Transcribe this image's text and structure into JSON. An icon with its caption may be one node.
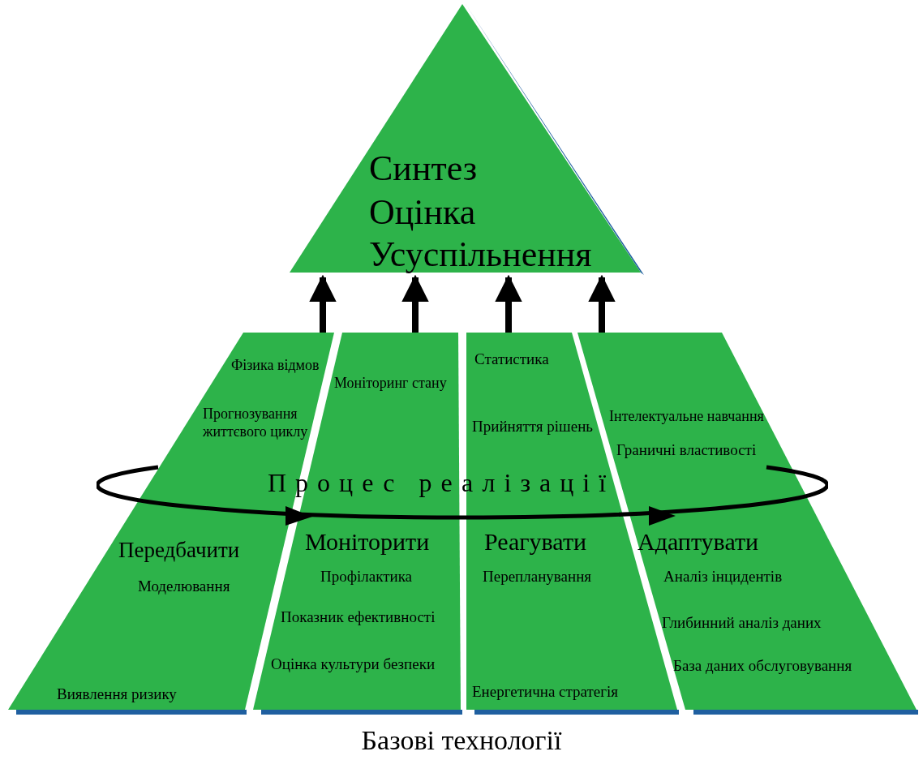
{
  "diagram": {
    "caption": "Базові технології",
    "nodes": [
      {
        "text": [
          "Синтез",
          "Оцінка",
          "Усуспільнення"
        ]
      },
      {
        "text": [
          "Фізика відмов",
          "Прогнозування життєвого циклу",
          "Передбачити",
          "Моделювання",
          "Виявлення ризику"
        ]
      },
      {
        "text": [
          "Моніторинг стану",
          "Моніторити",
          "Профілактика",
          "Показник ефективності",
          "Оцінка культури безпеки"
        ]
      },
      {
        "text": [
          "Статистика",
          "Прийняття рішень",
          "Реагувати",
          "Перепланування",
          "Енергетична стратегія"
        ]
      },
      {
        "text": [
          "Інтелектуальне навчання",
          "Граничні властивості",
          "Адаптувати",
          "Аналіз інцидентів",
          "Глибинний аналіз даних",
          "База даних обслуговування"
        ]
      },
      {
        "text": [
          "Процес реалізації"
        ]
      }
    ],
    "edges": [
      {
        "from": 1,
        "to": 0,
        "arrow": "to"
      },
      {
        "from": 2,
        "to": 0,
        "arrow": "to"
      },
      {
        "from": 3,
        "to": 0,
        "arrow": "to"
      },
      {
        "from": 4,
        "to": 0,
        "arrow": "to"
      }
    ]
  }
}
